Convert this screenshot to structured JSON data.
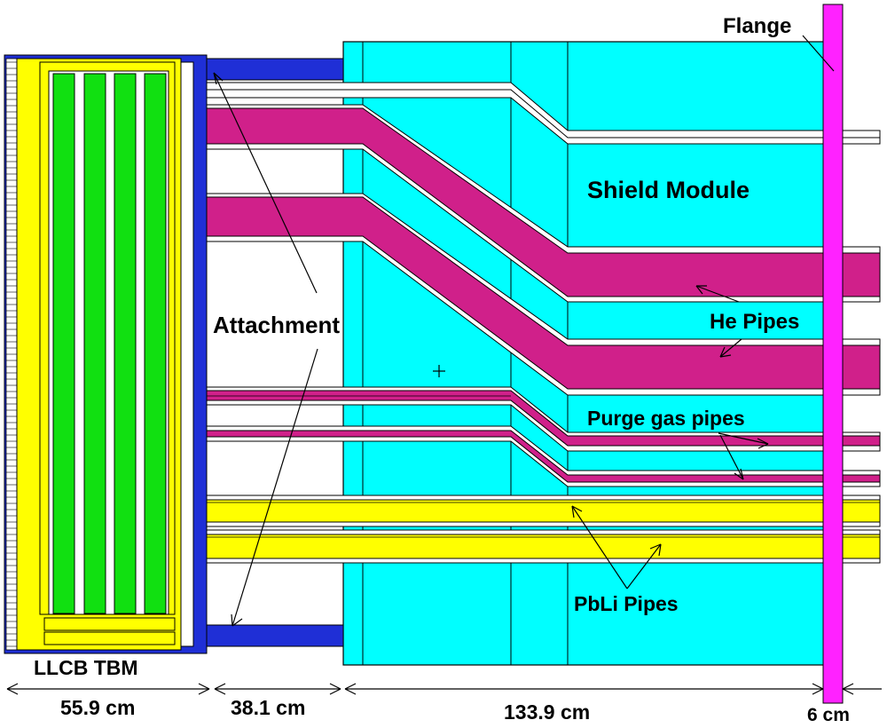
{
  "labels": {
    "flange": "Flange",
    "shield_module": "Shield Module",
    "attachment": "Attachment",
    "he_pipes": "He Pipes",
    "purge_gas_pipes": "Purge gas pipes",
    "pbli_pipes": "PbLi Pipes",
    "llcb_tbm": "LLCB TBM"
  },
  "dimensions": {
    "tbm": "55.9 cm",
    "attachment": "38.1 cm",
    "shield": "133.9 cm",
    "flange": "6 cm"
  },
  "colors": {
    "tbm_frame": "#1f2fd6",
    "yellow": "#ffff00",
    "green": "#11e011",
    "cyan": "#00ffff",
    "magenta_pipe": "#d0208a",
    "flange": "#ff22ff",
    "pipe_fill": "#ffffff"
  }
}
